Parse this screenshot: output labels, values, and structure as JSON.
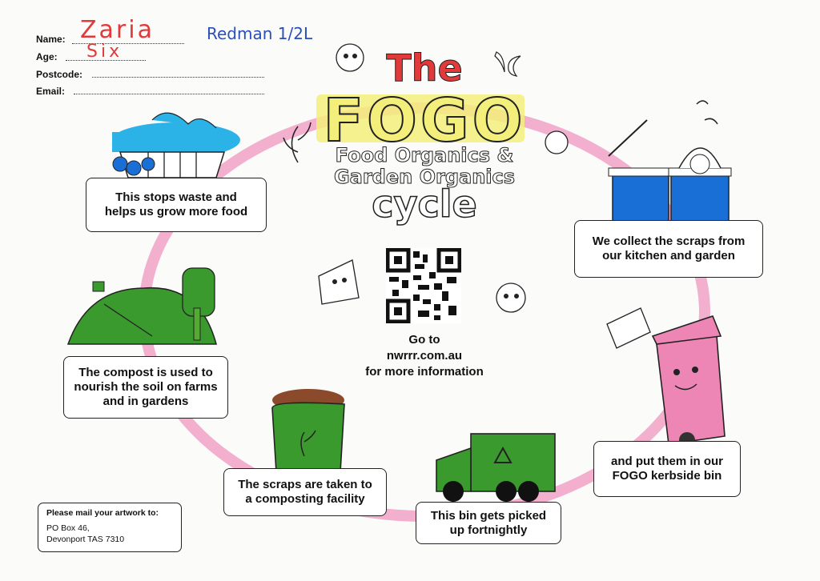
{
  "form": {
    "name_label": "Name:",
    "age_label": "Age:",
    "postcode_label": "Postcode:",
    "email_label": "Email:",
    "name_first_handwritten": "Zaria",
    "name_last_handwritten": "Redman 1/2L",
    "age_handwritten": "Six"
  },
  "title": {
    "the": "The",
    "fogo": "FOGO",
    "line1": "Food Organics &",
    "line2": "Garden Organics",
    "cycle": "cycle"
  },
  "steps": {
    "step1": "We collect the scraps from\nour kitchen and garden",
    "step2": "and put them in our\nFOGO kerbside bin",
    "step3": "This bin gets picked\nup fortnightly",
    "step4": "The scraps are taken to\na composting facility",
    "step5": "The compost is used to\nnourish the soil on farms\nand in gardens",
    "step6": "This stops waste and\nhelps us grow more food"
  },
  "info": {
    "goto_line1": "Go to",
    "goto_line2": "nwrrr.com.au",
    "goto_line3": "for more information"
  },
  "mail": {
    "heading": "Please mail your artwork to:",
    "line1": "PO Box 46,",
    "line2": "Devonport TAS 7310"
  },
  "colors": {
    "cycle_pink": "#f2a6c9",
    "crayon_blue": "#1a6fd6",
    "crayon_cyan": "#2bb3e8",
    "crayon_green": "#3a9a2e",
    "crayon_red": "#e23a3a",
    "crayon_yellow": "#f3ef7a",
    "bin_pink": "#ee86b5",
    "compost_brown": "#8b4a2b"
  }
}
